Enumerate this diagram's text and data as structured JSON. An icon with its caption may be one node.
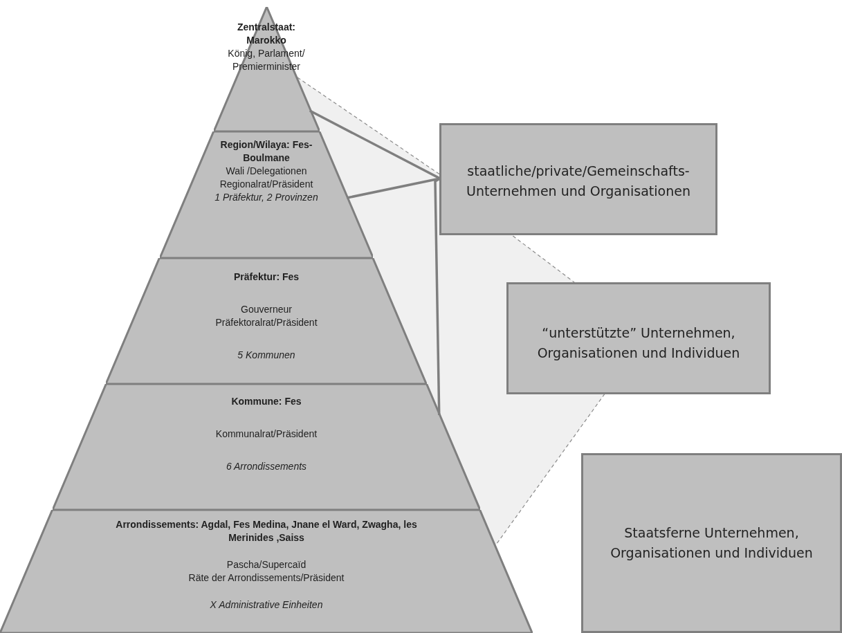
{
  "diagram": {
    "nodes": [
      {
        "text": [
          "Zentralstaat: Marokko",
          "König, Parlament/ Premierminister"
        ]
      },
      {
        "text": [
          "Region/Wilaya: Fes-Boulmane",
          "Wali /Delegationen",
          "Regionalrat/Präsident",
          "1 Präfektur, 2 Provinzen"
        ]
      },
      {
        "text": [
          "Präfektur: Fes",
          "Gouverneur",
          "Präfektoralrat/Präsident",
          "5 Kommunen"
        ]
      },
      {
        "text": [
          "Kommune: Fes",
          "Kommunalrat/Präsident",
          "6 Arrondissements"
        ]
      },
      {
        "text": [
          "Arrondissements:  Agdal, Fes Medina, Jnane el Ward, Zwagha, les Merinides ,Saiss",
          "Pascha/Supercaïd",
          "Räte der Arrondissements/Präsident",
          "X  Administrative Einheiten"
        ]
      },
      {
        "text": [
          "staatliche/private/Gemeinschafts- Unternehmen und Organisationen"
        ]
      },
      {
        "text": [
          "“unterstützte” Unternehmen, Organisationen und Individuen"
        ]
      },
      {
        "text": [
          "Staatsferne Unternehmen, Organisationen und Individuen"
        ]
      }
    ],
    "edges": [
      {
        "from": 0,
        "to": 5,
        "arrow": "none"
      },
      {
        "from": 1,
        "to": 5,
        "arrow": "none"
      },
      {
        "from": 3,
        "to": 5,
        "arrow": "none"
      }
    ]
  }
}
